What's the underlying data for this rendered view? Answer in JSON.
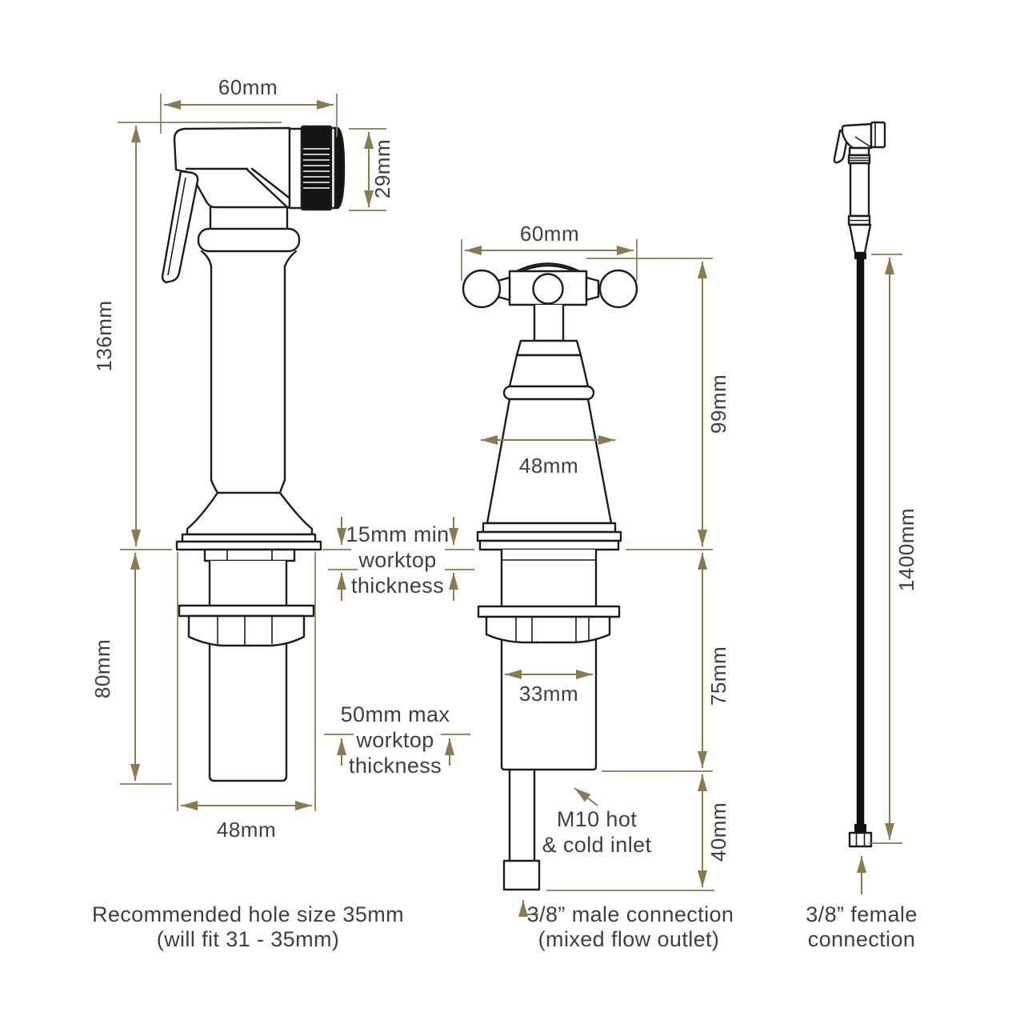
{
  "figure_left": {
    "dims": {
      "top_width": "60mm",
      "head_height": "29mm",
      "height_above": "136mm",
      "depth_below": "80mm",
      "base_width": "48mm"
    },
    "caption": [
      "Recommended hole size 35mm",
      "(will fit 31 - 35mm)"
    ]
  },
  "worktop_notes": {
    "min": [
      "15mm min",
      "worktop",
      "thickness"
    ],
    "max": [
      "50mm max",
      "worktop",
      "thickness"
    ]
  },
  "figure_middle": {
    "dims": {
      "handle_width": "60mm",
      "height_above": "99mm",
      "body_width": "48mm",
      "depth_below": "75mm",
      "shank_width": "33mm",
      "inlet_length": "40mm"
    },
    "inlet_note": [
      "M10 hot",
      "& cold inlet"
    ],
    "caption": [
      "3/8” male connection",
      "(mixed flow outlet)"
    ]
  },
  "figure_right": {
    "dims": {
      "hose_length": "1400mm"
    },
    "caption": [
      "3/8” female",
      "connection"
    ]
  },
  "colors": {
    "line": "#1c1c1a",
    "dimension": "#8a7a52",
    "text": "#3f3f3f",
    "background": "#ffffff"
  }
}
